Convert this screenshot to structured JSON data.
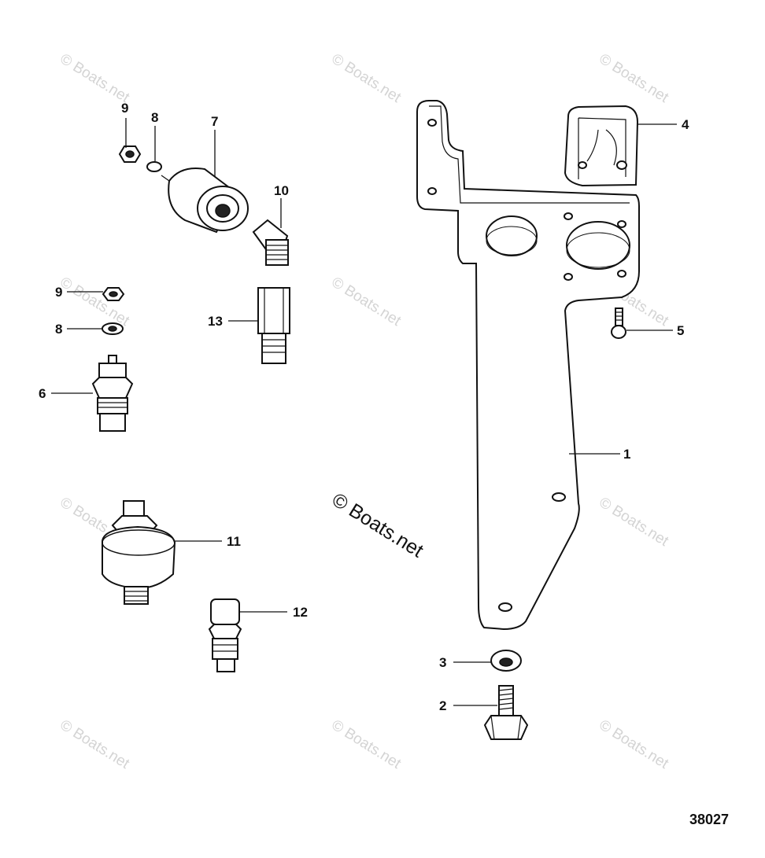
{
  "watermark": "© Boats.net",
  "center_watermark": "© Boats.net",
  "diagram_ref": "38027",
  "callouts": {
    "c1": "1",
    "c2": "2",
    "c3": "3",
    "c4": "4",
    "c5": "5",
    "c6": "6",
    "c7": "7",
    "c8a": "8",
    "c8b": "8",
    "c9a": "9",
    "c9b": "9",
    "c10": "10",
    "c11": "11",
    "c12": "12",
    "c13": "13"
  }
}
